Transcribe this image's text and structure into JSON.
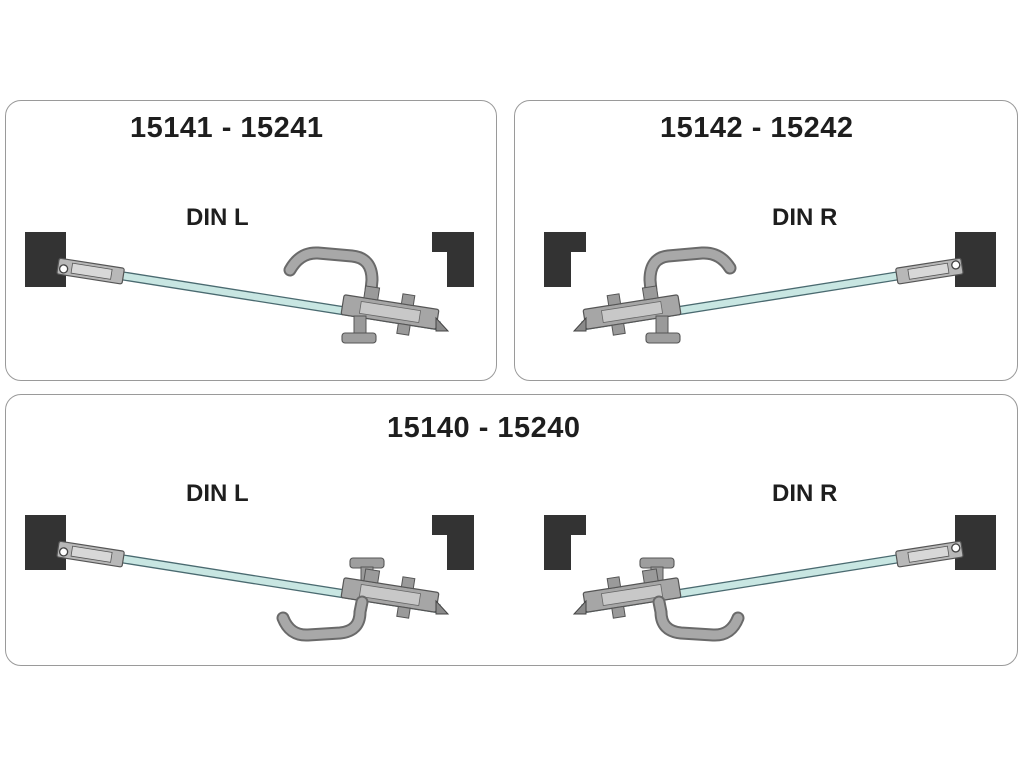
{
  "panels": [
    {
      "title": "15141 - 15241",
      "din_labels": [
        "DIN L"
      ]
    },
    {
      "title": "15142 - 15242",
      "din_labels": [
        "DIN R"
      ]
    },
    {
      "title": "15140 - 15240",
      "din_labels": [
        "DIN L",
        "DIN R"
      ]
    }
  ],
  "colors": {
    "wall": "#333333",
    "glass_fill": "#c8e6e2",
    "glass_edge": "#4a6a70",
    "hardware": "#9c9c9c",
    "hardware_dark": "#6a6a6a",
    "panel_border": "#9a9a9a"
  }
}
